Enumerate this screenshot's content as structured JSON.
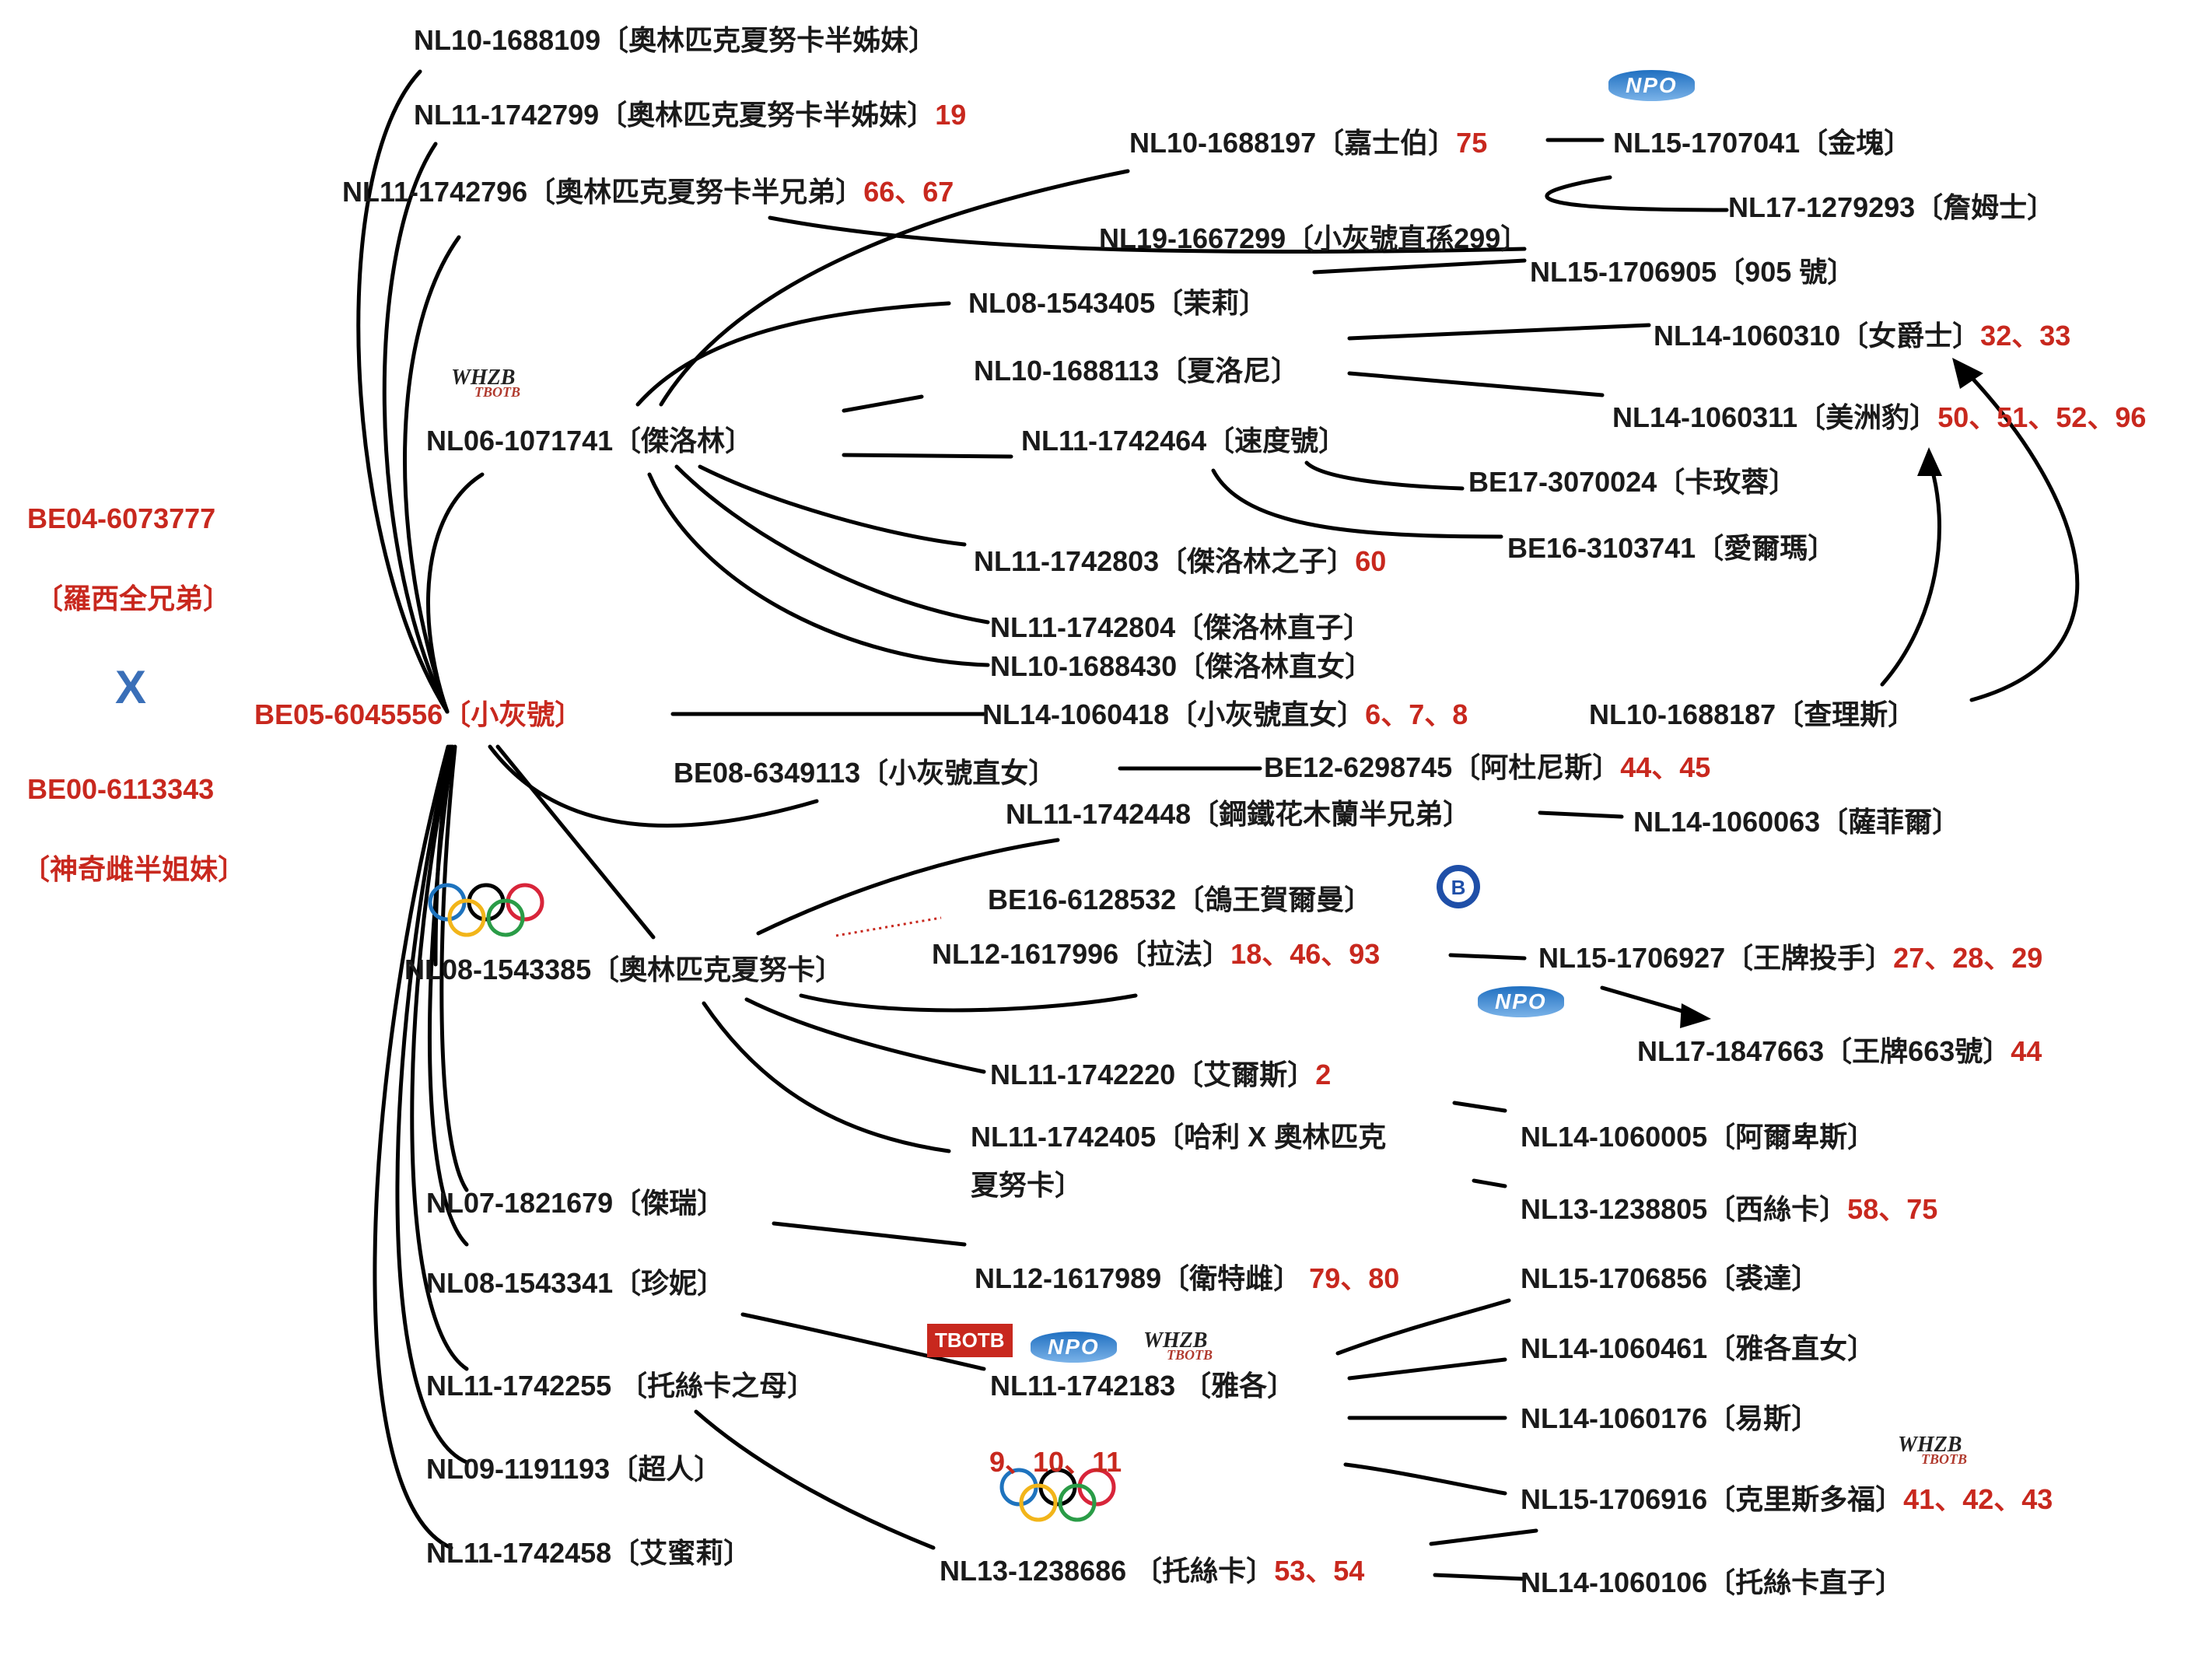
{
  "parents": {
    "sire": "BE04-6073777",
    "sire_name": "〔羅西全兄弟〕",
    "cross": "X",
    "dam": "BE00-6113343",
    "dam_name": "〔神奇雌半姐妹〕"
  },
  "nodes": [
    {
      "id": "n1",
      "text": "NL10-1688109〔奧林匹克夏努卡半姊妹〕",
      "num": ""
    },
    {
      "id": "n2",
      "text": "NL11-1742799〔奧林匹克夏努卡半姊妹〕",
      "num": "19"
    },
    {
      "id": "n3",
      "text": "NL11-1742796〔奧林匹克夏努卡半兄弟〕",
      "num": "66、67"
    },
    {
      "id": "n4",
      "text": "NL10-1688197〔嘉士伯〕",
      "num": "75"
    },
    {
      "id": "n5",
      "text": "NL15-1707041〔金塊〕",
      "num": ""
    },
    {
      "id": "n6",
      "text": "NL17-1279293〔詹姆士〕",
      "num": ""
    },
    {
      "id": "n7",
      "text": "NL19-1667299〔小灰號直孫299〕",
      "num": ""
    },
    {
      "id": "n8",
      "text": "NL15-1706905〔905 號〕",
      "num": ""
    },
    {
      "id": "n9",
      "text": "NL08-1543405〔茉莉〕",
      "num": ""
    },
    {
      "id": "n10",
      "text": "NL14-1060310〔女爵士〕",
      "num": "32、33"
    },
    {
      "id": "n11",
      "text": "NL10-1688113〔夏洛尼〕",
      "num": ""
    },
    {
      "id": "n12",
      "text": "NL14-1060311〔美洲豹〕",
      "num": "50、51、52、96"
    },
    {
      "id": "n13",
      "text": "NL06-1071741〔傑洛林〕",
      "num": ""
    },
    {
      "id": "n14",
      "text": "NL11-1742464〔速度號〕",
      "num": ""
    },
    {
      "id": "n15",
      "text": "BE17-3070024〔卡玫蓉〕",
      "num": ""
    },
    {
      "id": "n16",
      "text": "BE16-3103741〔愛爾瑪〕",
      "num": ""
    },
    {
      "id": "n17",
      "text": "NL11-1742803〔傑洛林之子〕",
      "num": "60"
    },
    {
      "id": "n18",
      "text": "NL11-1742804〔傑洛林直子〕",
      "num": ""
    },
    {
      "id": "n19",
      "text": "NL10-1688430〔傑洛林直女〕",
      "num": ""
    },
    {
      "id": "n20",
      "text": "BE05-6045556〔小灰號〕",
      "num": "",
      "red": true
    },
    {
      "id": "n21",
      "text": "NL14-1060418〔小灰號直女〕",
      "num": "6、7、8"
    },
    {
      "id": "n22",
      "text": "NL10-1688187〔查理斯〕",
      "num": ""
    },
    {
      "id": "n23",
      "text": "BE08-6349113〔小灰號直女〕",
      "num": ""
    },
    {
      "id": "n24",
      "text": "BE12-6298745〔阿杜尼斯〕",
      "num": "44、45"
    },
    {
      "id": "n25",
      "text": "NL11-1742448〔鋼鐵花木蘭半兄弟〕",
      "num": ""
    },
    {
      "id": "n26",
      "text": "NL14-1060063〔薩菲爾〕",
      "num": ""
    },
    {
      "id": "n27",
      "text": "BE16-6128532〔鴿王賀爾曼〕",
      "num": ""
    },
    {
      "id": "n28",
      "text": "NL08-1543385〔奧林匹克夏努卡〕",
      "num": ""
    },
    {
      "id": "n29",
      "text": "NL12-1617996〔拉法〕",
      "num": "18、46、93"
    },
    {
      "id": "n30",
      "text": "NL15-1706927〔王牌投手〕",
      "num": "27、28、29"
    },
    {
      "id": "n31",
      "text": "NL17-1847663〔王牌663號〕",
      "num": "44"
    },
    {
      "id": "n32",
      "text": "NL11-1742220〔艾爾斯〕",
      "num": "2"
    },
    {
      "id": "n33",
      "text": "NL11-1742405〔哈利 X 奧林匹克",
      "num": ""
    },
    {
      "id": "n34",
      "text": "夏努卡〕",
      "num": ""
    },
    {
      "id": "n35",
      "text": "NL14-1060005〔阿爾卑斯〕",
      "num": ""
    },
    {
      "id": "n36",
      "text": "NL07-1821679〔傑瑞〕",
      "num": ""
    },
    {
      "id": "n37",
      "text": "NL13-1238805〔西絲卡〕",
      "num": "58、75"
    },
    {
      "id": "n38",
      "text": "NL08-1543341〔珍妮〕",
      "num": ""
    },
    {
      "id": "n39",
      "text": "NL12-1617989〔衛特雌〕",
      "num": " 79、80"
    },
    {
      "id": "n40",
      "text": "NL15-1706856〔裘達〕",
      "num": ""
    },
    {
      "id": "n41",
      "text": "NL14-1060461〔雅各直女〕",
      "num": ""
    },
    {
      "id": "n42",
      "text": "NL11-1742255 〔托絲卡之母〕",
      "num": ""
    },
    {
      "id": "n43",
      "text": "NL11-1742183 〔雅各〕",
      "num": ""
    },
    {
      "id": "n44",
      "text": "NL14-1060176〔易斯〕",
      "num": ""
    },
    {
      "id": "n45",
      "text": "NL09-1191193〔超人〕",
      "num": ""
    },
    {
      "id": "n46",
      "text": "NL15-1706916〔克里斯多福〕",
      "num": "41、42、43"
    },
    {
      "id": "n47",
      "text": "NL11-1742458〔艾蜜莉〕",
      "num": ""
    },
    {
      "id": "n48",
      "text": "NL13-1238686 〔托絲卡〕",
      "num": "53、54"
    },
    {
      "id": "n49",
      "text": "NL14-1060106〔托絲卡直子〕",
      "num": ""
    }
  ],
  "annotations": {
    "olympic_results": "9、10、11",
    "badge_tbotb": "TBOTB",
    "badge_npo": "NPO",
    "badge_whzb": "WHZB",
    "badge_whzb_sub": "TBOTB",
    "badge_belgium": "B"
  },
  "colors": {
    "highlight": "#c8281e",
    "text": "#1a1a1a",
    "cross": "#3a6fb8"
  }
}
